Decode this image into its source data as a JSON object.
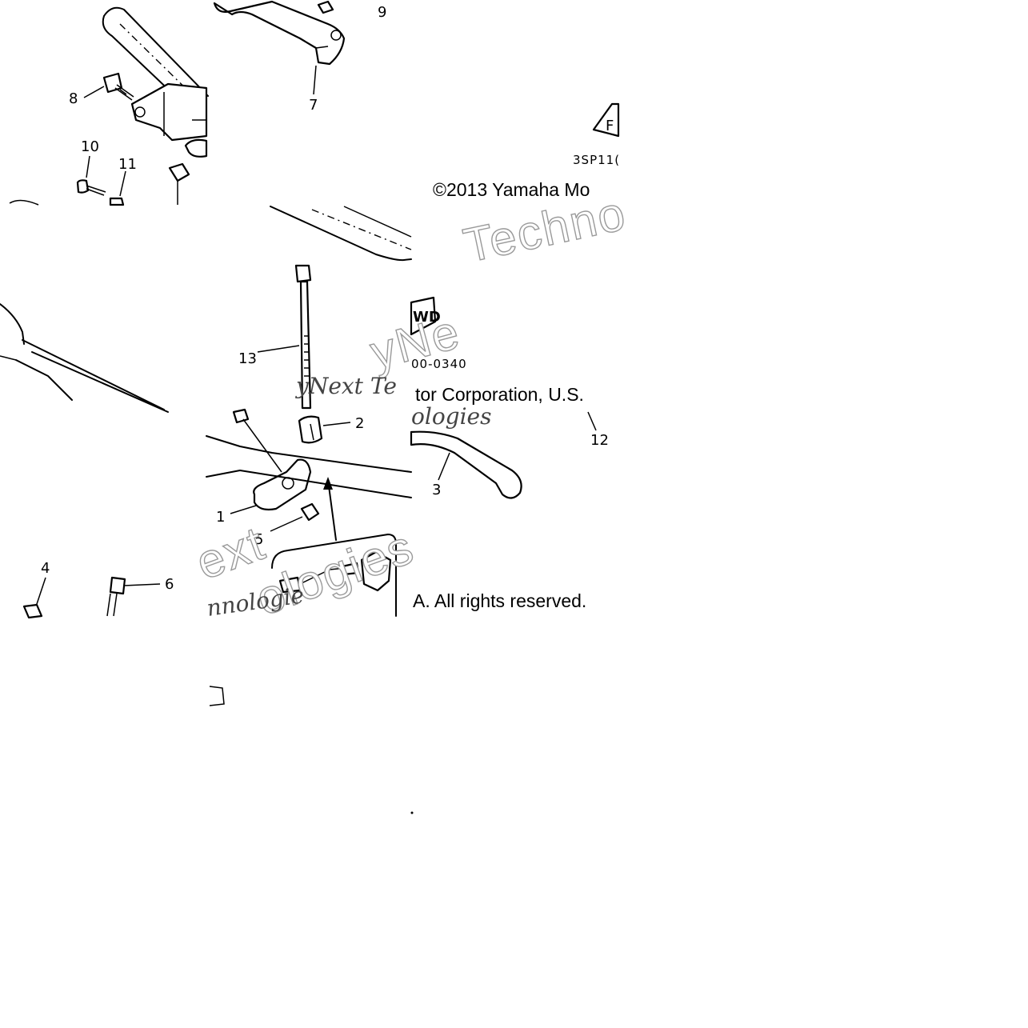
{
  "diagram": {
    "callouts": [
      {
        "id": "1",
        "label": "1"
      },
      {
        "id": "2",
        "label": "2"
      },
      {
        "id": "3",
        "label": "3"
      },
      {
        "id": "4",
        "label": "4"
      },
      {
        "id": "5",
        "label": "5"
      },
      {
        "id": "6",
        "label": "6"
      },
      {
        "id": "7",
        "label": "7"
      },
      {
        "id": "8",
        "label": "8"
      },
      {
        "id": "9",
        "label": "9"
      },
      {
        "id": "10",
        "label": "10"
      },
      {
        "id": "11",
        "label": "11"
      },
      {
        "id": "12",
        "label": "12"
      },
      {
        "id": "13",
        "label": "13"
      }
    ],
    "part_code_1": "3SP11(",
    "part_code_2": "00-0340",
    "fwd_mark": "WD",
    "front_mark": "F"
  },
  "copyright": {
    "line1": "©2013 Yamaha Mo",
    "line2": "tor Corporation, U.S.",
    "line3": "A. All rights reserved."
  },
  "watermark": {
    "big_1": "Techno",
    "big_2": "ext",
    "big_3": "ologies",
    "italic_1": "yNext Te",
    "italic_2": "ologies",
    "italic_3": "nnologie",
    "small": "yNe"
  }
}
